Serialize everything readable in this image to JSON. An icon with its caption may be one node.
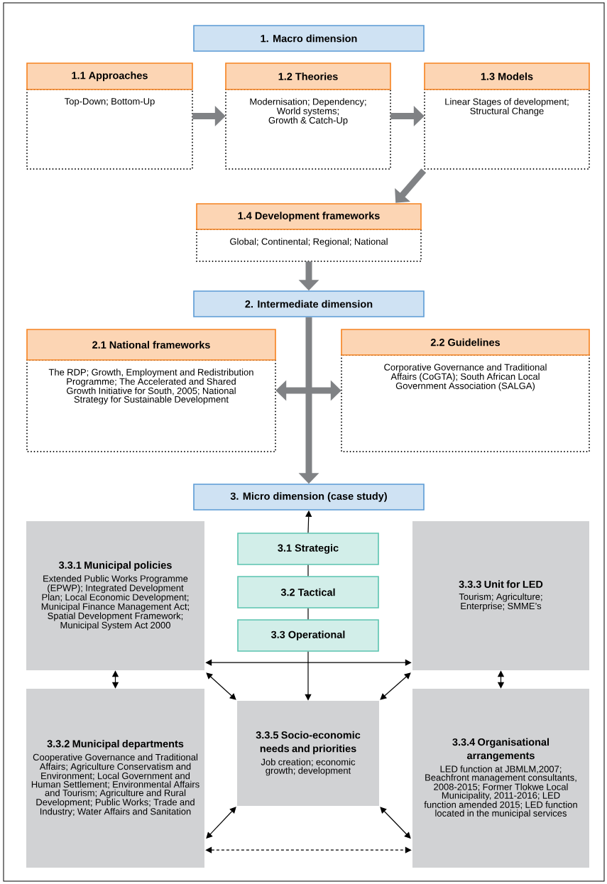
{
  "diagram": {
    "nodes": [
      {
        "text": [
          "1. Macro dimension"
        ]
      },
      {
        "text": [
          "1.1 Approaches",
          "Top-Down; Bottom-Up"
        ]
      },
      {
        "text": [
          "1.2 Theories",
          "Modernisation; Dependency; World systems; Growth & Catch-Up"
        ]
      },
      {
        "text": [
          "1.3 Models",
          "Linear Stages of development; Structural Change"
        ]
      },
      {
        "text": [
          "1.4 Development frameworks",
          "Global; Continental; Regional; National"
        ]
      },
      {
        "text": [
          "2. Intermediate dimension"
        ]
      },
      {
        "text": [
          "2.1 National frameworks",
          "The RDP; Growth, Employment and Redistribution Programme; The Accelerated and Shared Growth Initiative for South, 2005; National Strategy for Sustainable Development"
        ]
      },
      {
        "text": [
          "2.2 Guidelines",
          "Corporative Governance and Traditional Affairs (CoGTA); South African Local Government Association (SALGA)"
        ]
      },
      {
        "text": [
          "3. Micro dimension (case study)"
        ]
      },
      {
        "text": [
          "3.3.1 Municipal policies",
          "Extended Public Works Programme (EPWP); Integrated Development Plan; Local Economic Development; Municipal Finance Management Act; Spatial Development Framework; Municipal System Act 2000"
        ]
      },
      {
        "text": [
          "3.1 Strategic"
        ]
      },
      {
        "text": [
          "3.2 Tactical"
        ]
      },
      {
        "text": [
          "3.3 Operational"
        ]
      },
      {
        "text": [
          "3.3.3 Unit for LED",
          "Tourism; Agriculture; Enterprise; SMME’s"
        ]
      },
      {
        "text": [
          "3.3.2 Municipal departments",
          "Cooperative Governance and Traditional Affairs; Agriculture Conservatism and Environment; Local Government and Human Settlement; Environmental Affairs and Tourism; Agriculture and Rural Development; Public Works; Trade and Industry; Water Affairs and Sanitation"
        ]
      },
      {
        "text": [
          "3.3.5 Socio-economic needs and priorities",
          "Job creation; economic growth; development"
        ]
      },
      {
        "text": [
          "3.3.4 Organisational arrangements",
          "LED function at JBMLM,2007; Beachfront management consultants, 2008-2015; Former Tlokwe Local Municipality, 2011-2016; LED function amended 2015; LED function located in the municipal services"
        ]
      }
    ],
    "edges": [
      {
        "from": 1,
        "to": 2,
        "arrow": "to",
        "style": "thick",
        "color": "#808285"
      },
      {
        "from": 2,
        "to": 3,
        "arrow": "to",
        "style": "thick",
        "color": "#808285"
      },
      {
        "from": 3,
        "to": 4,
        "arrow": "to",
        "style": "thick",
        "color": "#808285"
      },
      {
        "from": 4,
        "to": 5,
        "arrow": "to",
        "style": "thick",
        "color": "#808285"
      },
      {
        "from": 5,
        "to": 8,
        "arrow": "to",
        "style": "thick",
        "color": "#808285"
      },
      {
        "from": 6,
        "to": 7,
        "arrow": "both",
        "style": "thick",
        "color": "#808285"
      },
      {
        "from": 10,
        "to": 8,
        "arrow": "to"
      },
      {
        "from": 11,
        "to": 10,
        "arrow": "none"
      },
      {
        "from": 12,
        "to": 11,
        "arrow": "none"
      },
      {
        "from": 12,
        "to": 15,
        "arrow": "to"
      },
      {
        "from": 9,
        "to": 13,
        "arrow": "both"
      },
      {
        "from": 9,
        "to": 14,
        "arrow": "both"
      },
      {
        "from": 13,
        "to": 16,
        "arrow": "both"
      },
      {
        "from": 9,
        "to": 15,
        "arrow": "both"
      },
      {
        "from": 13,
        "to": 15,
        "arrow": "both"
      },
      {
        "from": 14,
        "to": 15,
        "arrow": "both"
      },
      {
        "from": 16,
        "to": 15,
        "arrow": "both"
      },
      {
        "from": 14,
        "to": 16,
        "arrow": "both",
        "style": "dashed"
      }
    ]
  }
}
